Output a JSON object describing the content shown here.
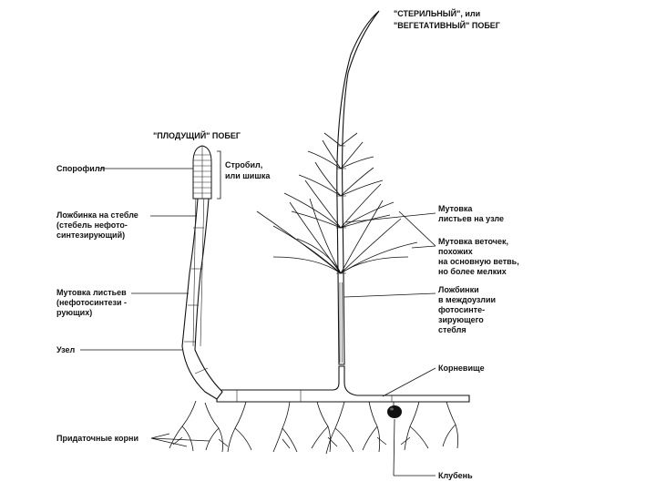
{
  "labels": {
    "sterile_shoot_1": "\"СТЕРИЛЬНЫЙ\", или",
    "sterile_shoot_2": "\"ВЕГЕТАТИВНЫЙ\" ПОБЕГ",
    "fertile_shoot": "\"ПЛОДУЩИЙ\" ПОБЕГ",
    "sporophyll": "Спорофилл",
    "strobil_1": "Стробил,",
    "strobil_2": "или шишка",
    "groove_1": "Ложбинка на стебле",
    "groove_2": "(стебель нефото-",
    "groove_3": "синтезирующий)",
    "whorl_fertile_1": "Мутовка листьев",
    "whorl_fertile_2": "(нефотосинтези -",
    "whorl_fertile_3": "рующих)",
    "node": "Узел",
    "adventitious_roots": "Придаточные корни",
    "whorl_node_1": "Мутовка",
    "whorl_node_2": "листьев на узле",
    "whorl_branch_1": "Мутовка веточек,",
    "whorl_branch_2": "похожих",
    "whorl_branch_3": "на основную ветвь,",
    "whorl_branch_4": "но более мелких",
    "internode_1": "Ложбинки",
    "internode_2": "в междоузлии",
    "internode_3": "фотосинте-",
    "internode_4": "зирующего",
    "internode_5": "стебля",
    "rhizome": "Корневище",
    "tuber": "Клубень"
  }
}
